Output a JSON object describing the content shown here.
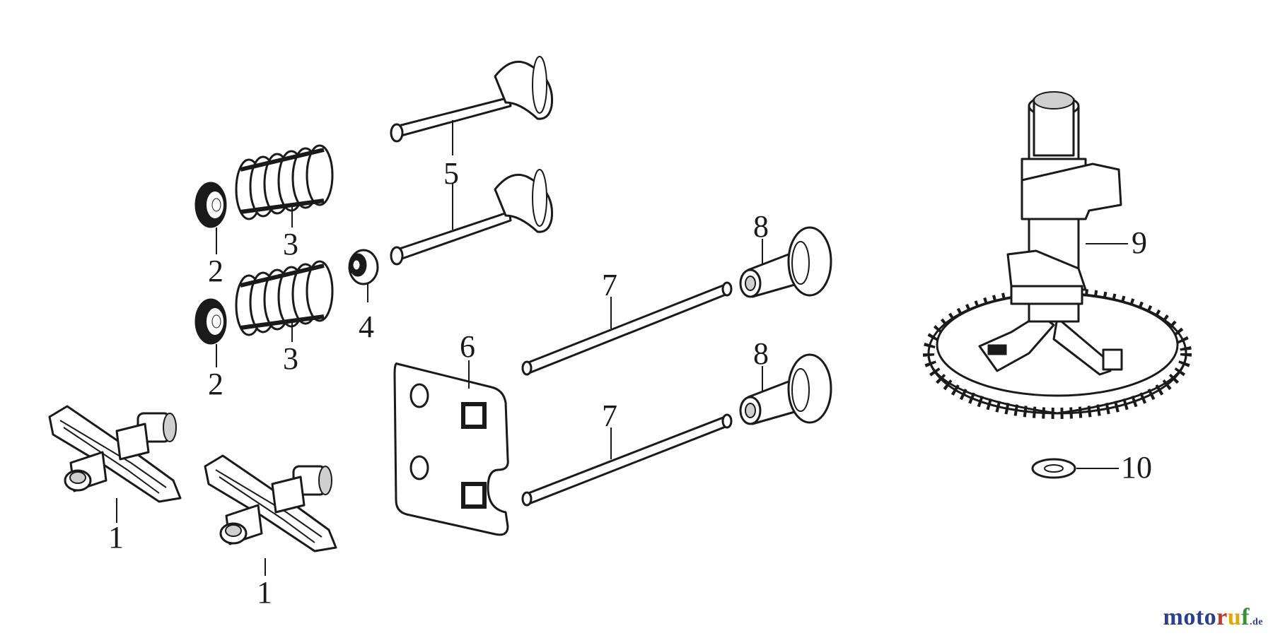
{
  "callouts": {
    "c1a": "1",
    "c1b": "1",
    "c2a": "2",
    "c2b": "2",
    "c3a": "3",
    "c3b": "3",
    "c4": "4",
    "c5": "5",
    "c6": "6",
    "c7a": "7",
    "c7b": "7",
    "c8a": "8",
    "c8b": "8",
    "c9": "9",
    "c10": "10"
  },
  "watermark": {
    "brand_main": "motoruf",
    "brand_suffix": ".de",
    "colors": {
      "m": "#2b3f8c",
      "o1": "#2b3f8c",
      "t": "#2b3f8c",
      "o2": "#2b3f8c",
      "r": "#c0392b",
      "u": "#e0a800",
      "f": "#3a8f3a"
    }
  }
}
